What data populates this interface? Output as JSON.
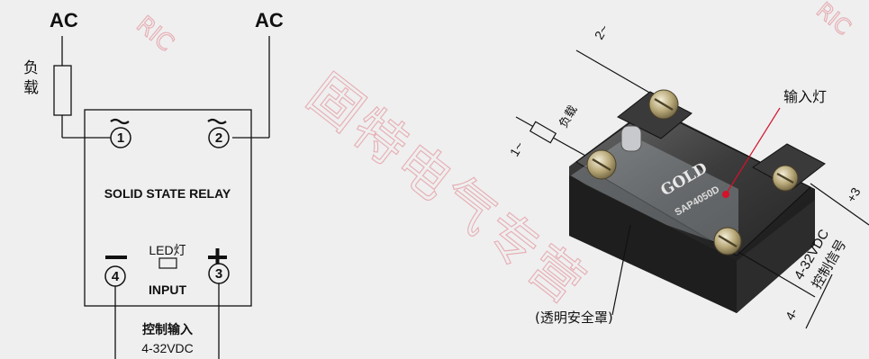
{
  "left_diagram": {
    "ac_left": "AC",
    "ac_right": "AC",
    "load_label_1": "负",
    "load_label_2": "载",
    "tilde": "~",
    "terminal_1": "1",
    "terminal_2": "2",
    "terminal_3": "3",
    "terminal_4": "4",
    "relay_title": "SOLID STATE RELAY",
    "led_label": "LED灯",
    "minus": "−",
    "plus": "+",
    "input_label": "INPUT",
    "control_input": "控制输入",
    "voltage": "4-32VDC"
  },
  "right_diagram": {
    "t2": "2~",
    "t1": "1~",
    "load": "负载",
    "indicator": "输入灯",
    "t3": "+3",
    "voltage": "4-32VDC",
    "control_signal": "控制信号",
    "t4": "4-",
    "cover": "(透明安全罩)",
    "brand": "GOLD",
    "model": "SAP4050D"
  },
  "watermark": {
    "text": "固特电气专营",
    "latin": "RIC",
    "color": "#e07f86"
  },
  "colors": {
    "background": "#efeff0",
    "relay_body": "#2b2b2b",
    "terminal_metal": "#c9b98a",
    "led": "#d4122b"
  }
}
